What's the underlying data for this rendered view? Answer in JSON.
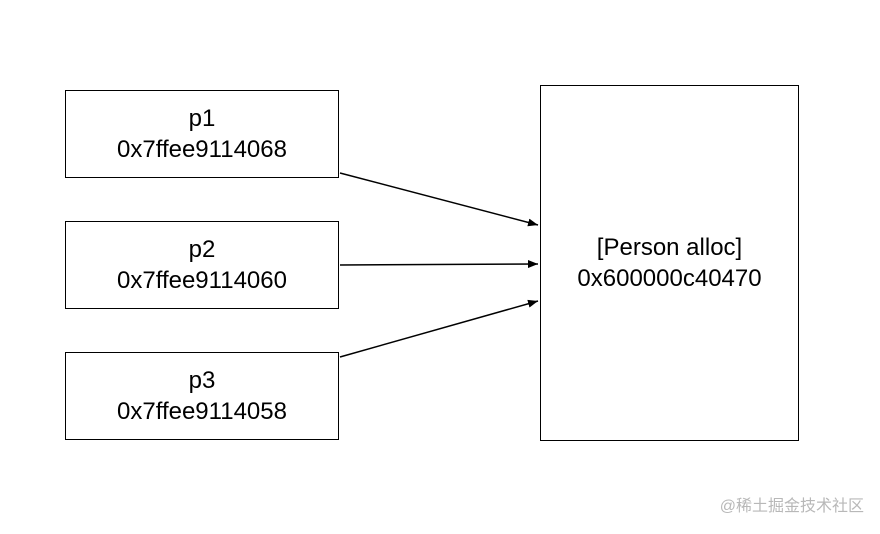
{
  "pointers": [
    {
      "name": "p1",
      "address": "0x7ffee9114068"
    },
    {
      "name": "p2",
      "address": "0x7ffee9114060"
    },
    {
      "name": "p3",
      "address": "0x7ffee9114058"
    }
  ],
  "heap_object": {
    "label": "[Person alloc]",
    "address": "0x600000c40470"
  },
  "watermark": "@稀土掘金技术社区",
  "colors": {
    "stroke": "#000000",
    "background": "#ffffff",
    "watermark": "#b8b8b8"
  }
}
